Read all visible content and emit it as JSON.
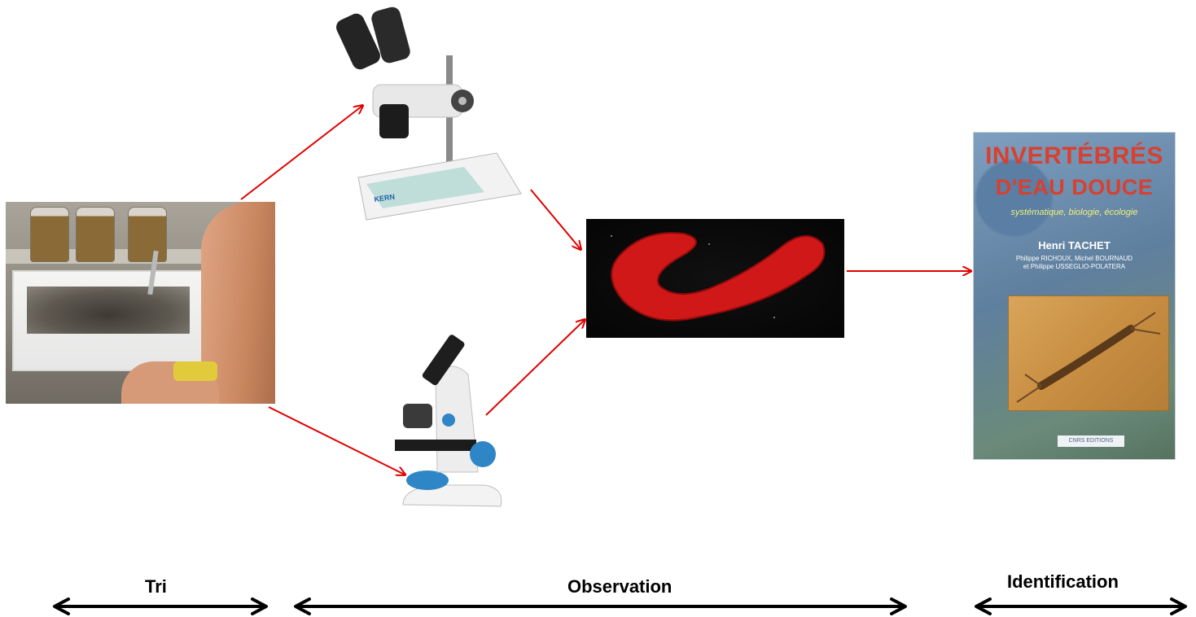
{
  "labels": {
    "tri": "Tri",
    "observation": "Observation",
    "identification": "Identification"
  },
  "book": {
    "title_line1": "INVERTÉBRÉS",
    "title_line2": "D'EAU DOUCE",
    "subtitle": "systématique, biologie, écologie",
    "author": "Henri TACHET",
    "coauthors_line1": "Philippe RICHOUX, Michel BOURNAUD",
    "coauthors_line2": "et Philippe USSEGLIO-POLATERA",
    "publisher": "CNRS EDITIONS"
  },
  "microscope": {
    "brand": "KERN"
  },
  "colors": {
    "flow_arrow": "#e00000",
    "phase_arrow": "#000000",
    "book_title": "#d8402f",
    "larva": "#d01818"
  },
  "icons": {
    "flow": "arrow-right-icon",
    "phase": "double-arrow-icon"
  }
}
